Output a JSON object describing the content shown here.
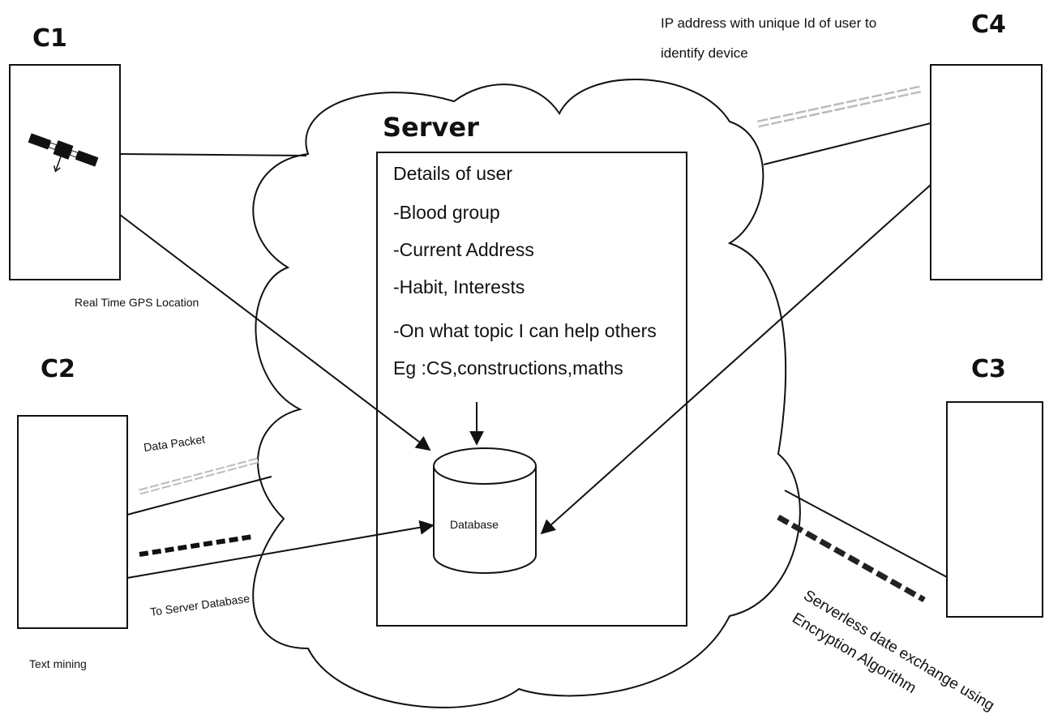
{
  "clients": {
    "c1": "C1",
    "c2": "C2",
    "c3": "C3",
    "c4": "C4"
  },
  "server": {
    "title": "Server",
    "details": [
      "Details of user",
      "-Blood group",
      "-Current Address",
      "-Habit, Interests",
      "-On what topic I can help others",
      "Eg :CS,constructions,maths"
    ],
    "database": "Database"
  },
  "annotations": {
    "gps": "Real Time GPS Location",
    "data_packet": "Data Packet",
    "to_server": "To Server Database",
    "text_mining": "Text mining",
    "ip_line1": "IP address with unique Id of user to",
    "ip_line2": "identify device",
    "serverless_line1": "Serverless date exchange using",
    "serverless_line2": "Encryption Algorithm"
  }
}
